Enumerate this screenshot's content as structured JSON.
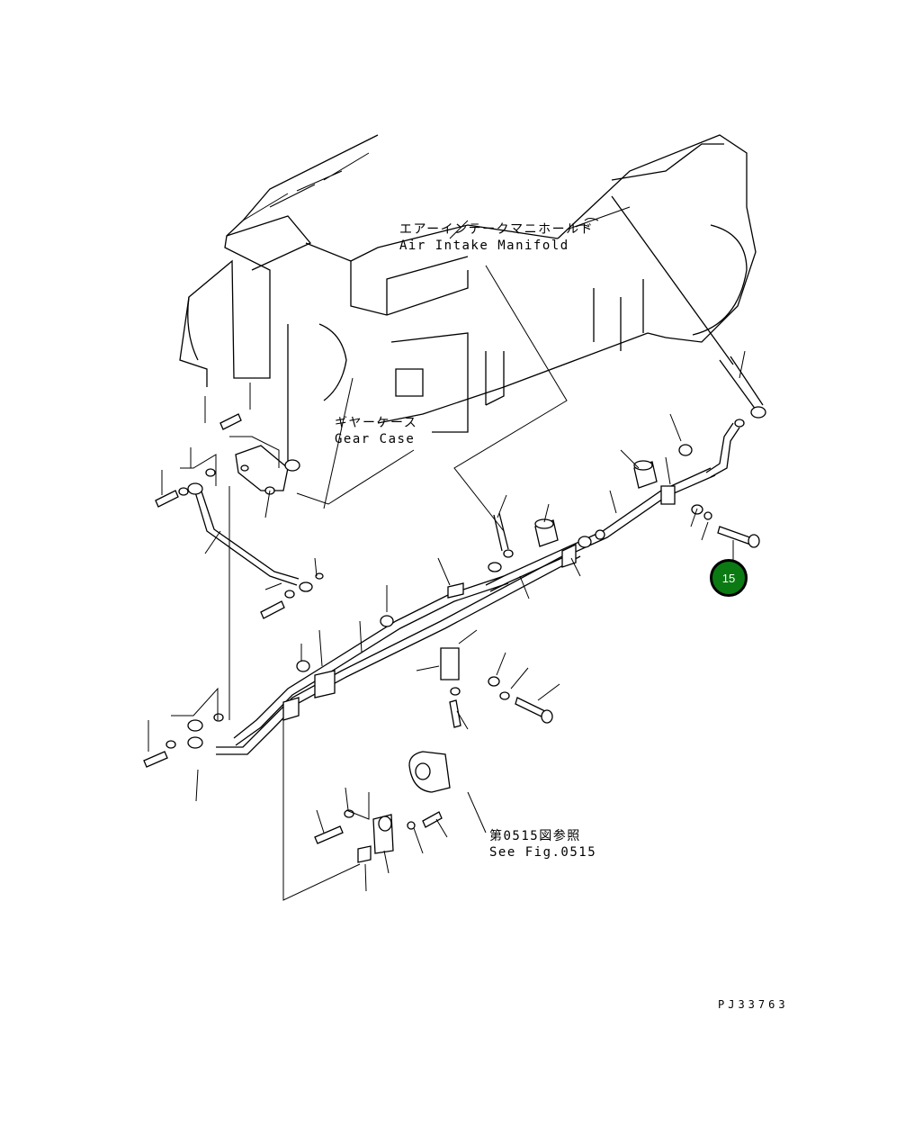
{
  "labels": {
    "air_intake_ja": "エアーインテークマニホールド",
    "air_intake_en": "Air Intake Manifold",
    "gear_case_ja": "ギヤーケース",
    "gear_case_en": "Gear Case",
    "see_fig_ja": "第0515図参照",
    "see_fig_en": "See Fig.0515",
    "drawing_id": "PJ33763"
  },
  "callouts": [
    {
      "number": "15",
      "color": "#0b7a12"
    }
  ]
}
